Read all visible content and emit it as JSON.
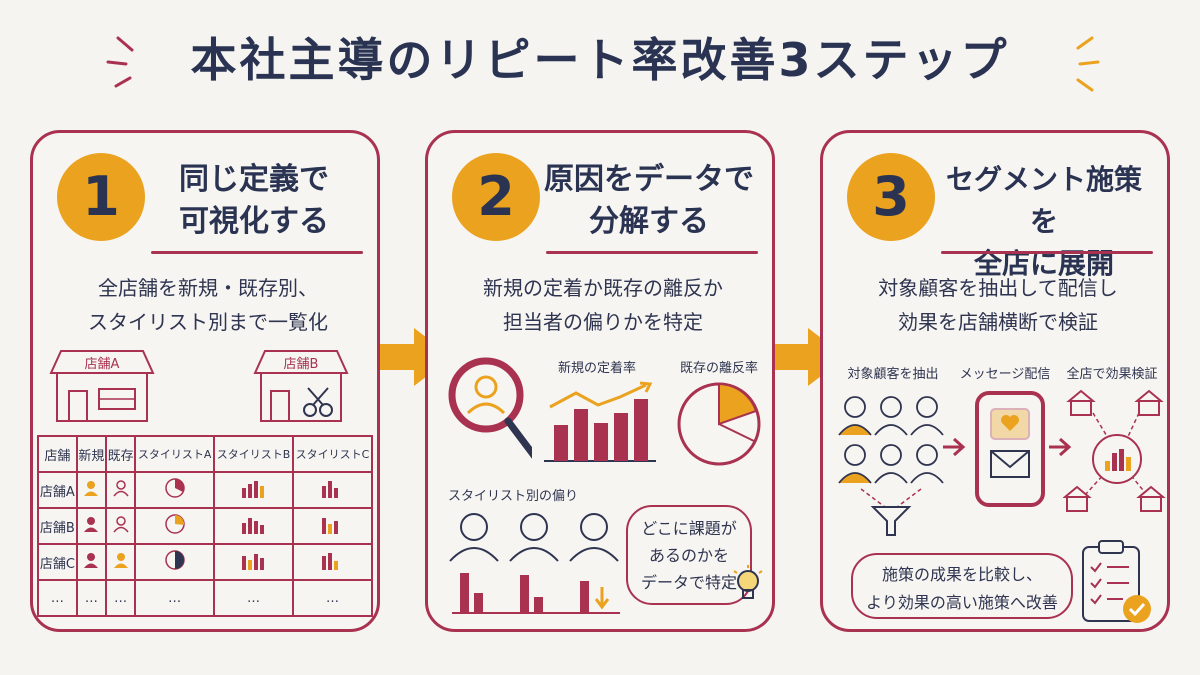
{
  "title": "本社主導のリピート率改善3ステップ",
  "colors": {
    "accent": "#a8324f",
    "orange": "#eaa21f",
    "navy": "#2a3452",
    "paper": "#f6f4f1"
  },
  "steps": [
    {
      "number": "1",
      "heading_line1": "同じ定義で",
      "heading_line2": "可視化する",
      "desc_line1": "全店舗を新規・既存別、",
      "desc_line2": "スタイリスト別まで一覧化",
      "store_a": "店舗A",
      "store_b": "店舗B",
      "table": {
        "headers": [
          "店舗",
          "新規",
          "既存",
          "スタイリストA",
          "スタイリストB",
          "スタイリストC"
        ],
        "rows": [
          [
            "店舗A"
          ],
          [
            "店舗B"
          ],
          [
            "店舗C"
          ],
          [
            "…",
            "…",
            "…",
            "…",
            "…",
            "…"
          ]
        ]
      }
    },
    {
      "number": "2",
      "heading_line1": "原因をデータで",
      "heading_line2": "分解する",
      "desc_line1": "新規の定着か既存の離反か",
      "desc_line2": "担当者の偏りかを特定",
      "label_new": "新規の定着率",
      "label_churn": "既存の離反率",
      "label_stylist": "スタイリスト別の偏り",
      "bubble_line1": "どこに課題が",
      "bubble_line2": "あるのかを",
      "bubble_line3": "データで特定"
    },
    {
      "number": "3",
      "heading_line1": "セグメント施策を",
      "heading_line2": "全店に展開",
      "desc_line1": "対象顧客を抽出して配信し",
      "desc_line2": "効果を店舗横断で検証",
      "label_extract": "対象顧客を抽出",
      "label_message": "メッセージ配信",
      "label_verify": "全店で効果検証",
      "bubble_line1": "施策の成果を比較し、",
      "bubble_line2": "より効果の高い施策へ改善"
    }
  ],
  "icons": [
    "store-icon",
    "scissors-icon",
    "magnifier-icon",
    "person-icon",
    "bar-chart-icon",
    "pie-chart-icon",
    "lightbulb-icon",
    "smartphone-icon",
    "heart-icon",
    "envelope-icon",
    "funnel-icon",
    "clipboard-icon",
    "check-icon",
    "arrow-right-icon"
  ]
}
